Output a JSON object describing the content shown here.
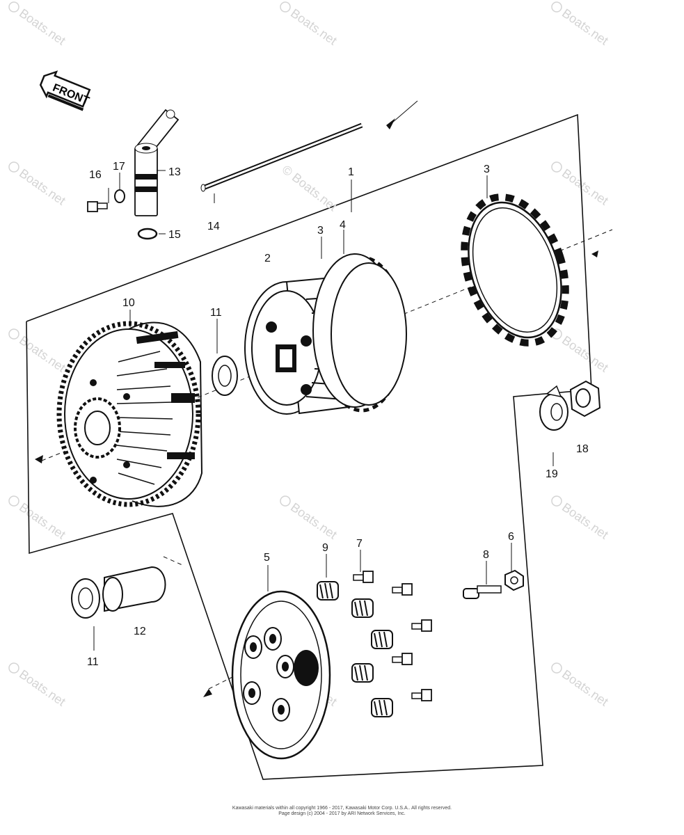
{
  "front_tag": "FRONT",
  "watermark_text": "Boats.net",
  "center_watermark": "© Boats.net",
  "callouts": {
    "c1": "1",
    "c2": "2",
    "c3a": "3",
    "c3b": "3",
    "c4": "4",
    "c5": "5",
    "c6": "6",
    "c7": "7",
    "c8": "8",
    "c9": "9",
    "c10": "10",
    "c11a": "11",
    "c11b": "11",
    "c12": "12",
    "c13": "13",
    "c14": "14",
    "c15": "15",
    "c16": "16",
    "c17": "17",
    "c18": "18",
    "c19": "19"
  },
  "footer": {
    "line1": "Kawasaki materials within all copyright 1966 - 2017, Kawasaki Motor Corp. U.S.A.. All rights reserved.",
    "line2": "Page design (c) 2004 - 2017 by ARI Network Services, Inc."
  }
}
